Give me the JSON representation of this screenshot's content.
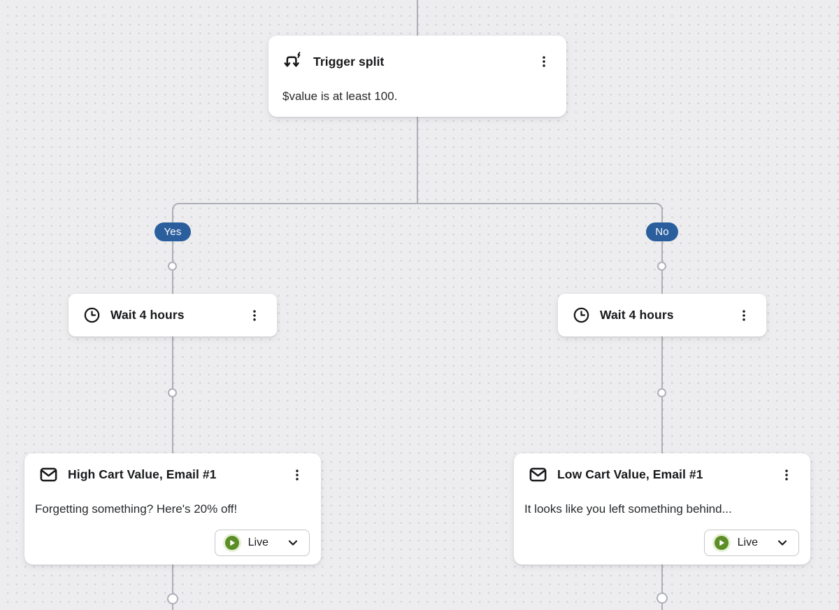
{
  "canvas": {
    "background": "#ededef",
    "dot_color": "#d2d3d7",
    "line_color": "#adafb6"
  },
  "trigger_card": {
    "title": "Trigger split",
    "body": "$value is at least 100.",
    "icon": "split-arrows-icon",
    "menu_icon": "kebab-menu-icon"
  },
  "branches": {
    "yes_label": "Yes",
    "no_label": "No",
    "pill_color": "#2b5e9d",
    "pill_text_color": "#ffffff"
  },
  "wait_left": {
    "title": "Wait 4 hours",
    "icon": "clock-icon",
    "menu_icon": "kebab-menu-icon"
  },
  "wait_right": {
    "title": "Wait 4 hours",
    "icon": "clock-icon",
    "menu_icon": "kebab-menu-icon"
  },
  "email_left": {
    "title": "High Cart Value, Email #1",
    "body": "Forgetting something? Here's 20% off!",
    "icon": "envelope-icon",
    "menu_icon": "kebab-menu-icon",
    "status": {
      "label": "Live",
      "badge_icon": "play-circle-icon",
      "badge_color": "#5c8e27",
      "halo_color": "#e4f0d4",
      "expander_icon": "chevron-down-icon"
    }
  },
  "email_right": {
    "title": "Low Cart Value, Email #1",
    "body": "It looks like you left something behind...",
    "icon": "envelope-icon",
    "menu_icon": "kebab-menu-icon",
    "status": {
      "label": "Live",
      "badge_icon": "play-circle-icon",
      "badge_color": "#5c8e27",
      "halo_color": "#e4f0d4",
      "expander_icon": "chevron-down-icon"
    }
  }
}
